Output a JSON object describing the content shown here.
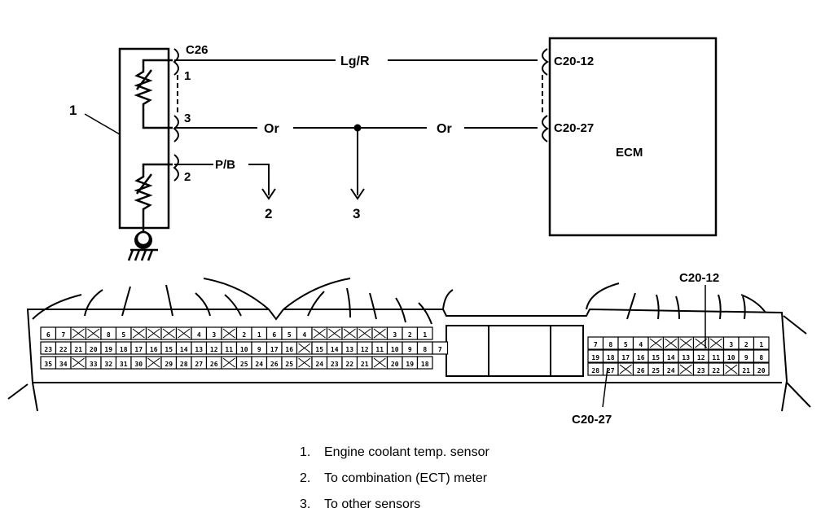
{
  "diagram": {
    "connector_c26": "C26",
    "c26_pins": {
      "p1": "1",
      "p2": "2",
      "p3": "3"
    },
    "wires": {
      "lg_r": "Lg/R",
      "or_left": "Or",
      "or_right": "Or",
      "p_b": "P/B"
    },
    "ecm_label": "ECM",
    "ecm_terminals": {
      "c20_12": "C20-12",
      "c20_27": "C20-27"
    },
    "callouts": {
      "sensor": "1",
      "meter": "2",
      "others": "3"
    }
  },
  "connector_view": {
    "label_top": "C20-12",
    "label_bottom": "C20-27",
    "left_rows": {
      "r1": [
        "6",
        "7",
        "",
        "",
        "8",
        "5",
        "",
        "",
        "",
        "",
        "4",
        "3",
        "",
        "2",
        "1",
        "6",
        "5",
        "4",
        "",
        "",
        "",
        "",
        "",
        "3",
        "2",
        "1"
      ],
      "r2": [
        "23",
        "22",
        "21",
        "20",
        "19",
        "18",
        "17",
        "16",
        "15",
        "14",
        "13",
        "12",
        "11",
        "10",
        "9",
        "17",
        "16",
        "",
        "15",
        "14",
        "13",
        "12",
        "11",
        "10",
        "9",
        "8",
        "7"
      ],
      "r3": [
        "35",
        "34",
        "",
        "33",
        "32",
        "31",
        "30",
        "",
        "29",
        "28",
        "27",
        "26",
        "",
        "25",
        "24",
        "26",
        "25",
        "",
        "24",
        "23",
        "22",
        "21",
        "",
        "20",
        "19",
        "18"
      ]
    },
    "right_rows": {
      "r1": [
        "7",
        "8",
        "5",
        "4",
        "",
        "",
        "",
        "",
        "",
        "3",
        "2",
        "1"
      ],
      "r2": [
        "19",
        "18",
        "17",
        "16",
        "15",
        "14",
        "13",
        "12",
        "11",
        "10",
        "9",
        "8"
      ],
      "r3": [
        "28",
        "27",
        "",
        "26",
        "25",
        "24",
        "",
        "23",
        "22",
        "",
        "21",
        "20"
      ]
    }
  },
  "legend": [
    {
      "num": "1.",
      "text": "Engine coolant temp. sensor"
    },
    {
      "num": "2.",
      "text": "To combination (ECT) meter"
    },
    {
      "num": "3.",
      "text": "To other sensors"
    }
  ]
}
